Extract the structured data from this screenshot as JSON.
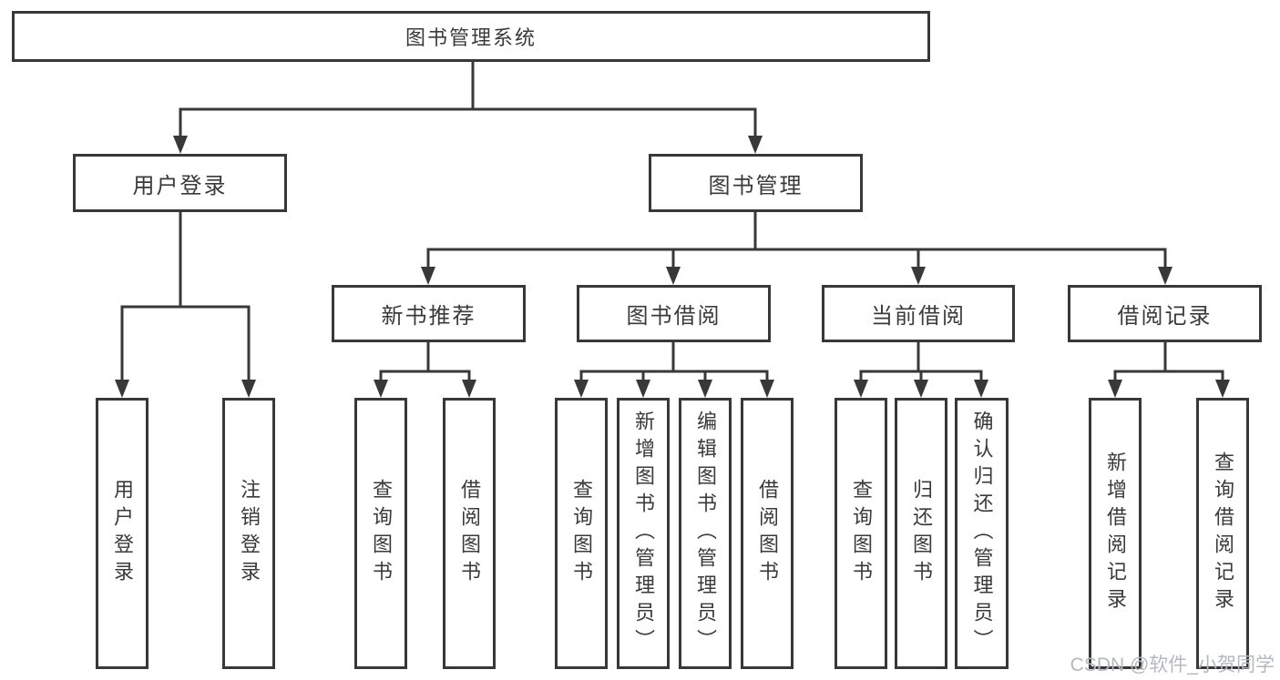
{
  "colors": {
    "line": "#383838",
    "text": "#3a3a3a",
    "watermark": "#b4b8be",
    "background": "#ffffff"
  },
  "nodes": {
    "root": "图书管理系统",
    "login": {
      "label": "用户登录",
      "children": [
        "用户登录",
        "注销登录"
      ]
    },
    "mgmt": {
      "label": "图书管理",
      "sections": [
        {
          "label": "新书推荐",
          "children": [
            "查询图书",
            "借阅图书"
          ]
        },
        {
          "label": "图书借阅",
          "children": [
            "查询图书",
            "新增图书（管理员）",
            "编辑图书（管理员）",
            "借阅图书"
          ]
        },
        {
          "label": "当前借阅",
          "children": [
            "查询图书",
            "归还图书",
            "确认归还（管理员）"
          ]
        },
        {
          "label": "借阅记录",
          "children": [
            "新增借阅记录",
            "查询借阅记录"
          ]
        }
      ]
    }
  },
  "watermark": {
    "text": "CSDN @软件_小贺同学"
  }
}
